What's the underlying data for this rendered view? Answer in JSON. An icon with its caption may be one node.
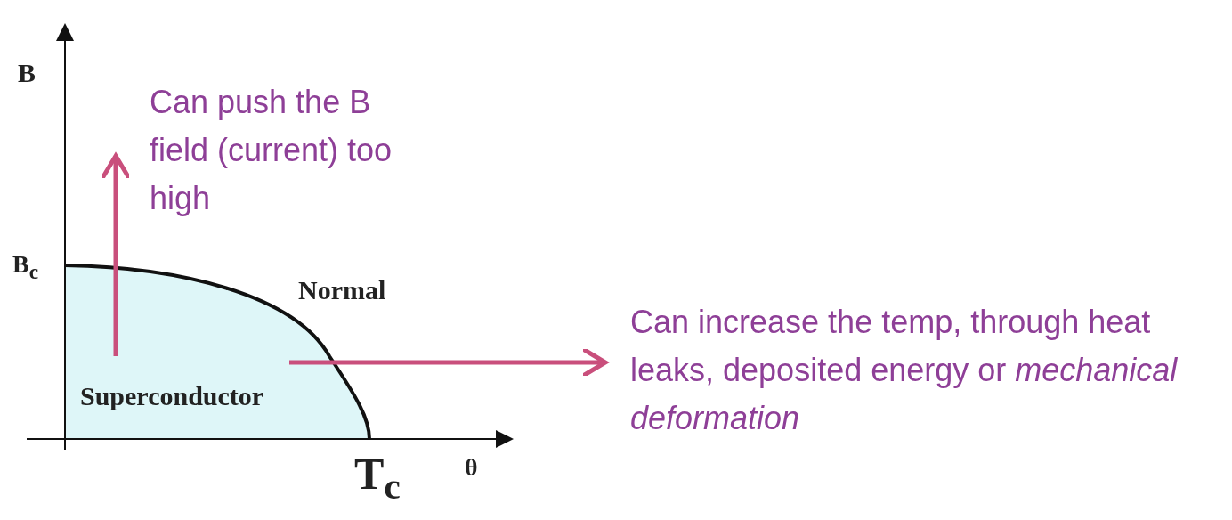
{
  "diagram": {
    "labels": [
      "B",
      "Can push the B field (current) too high",
      "B$_{c}$",
      "Normal",
      "Can increase the temp, through heat leaks, deposited energy or *mechanical deformation*",
      "Superconductor",
      "θ",
      "T$_{c}$"
    ]
  }
}
